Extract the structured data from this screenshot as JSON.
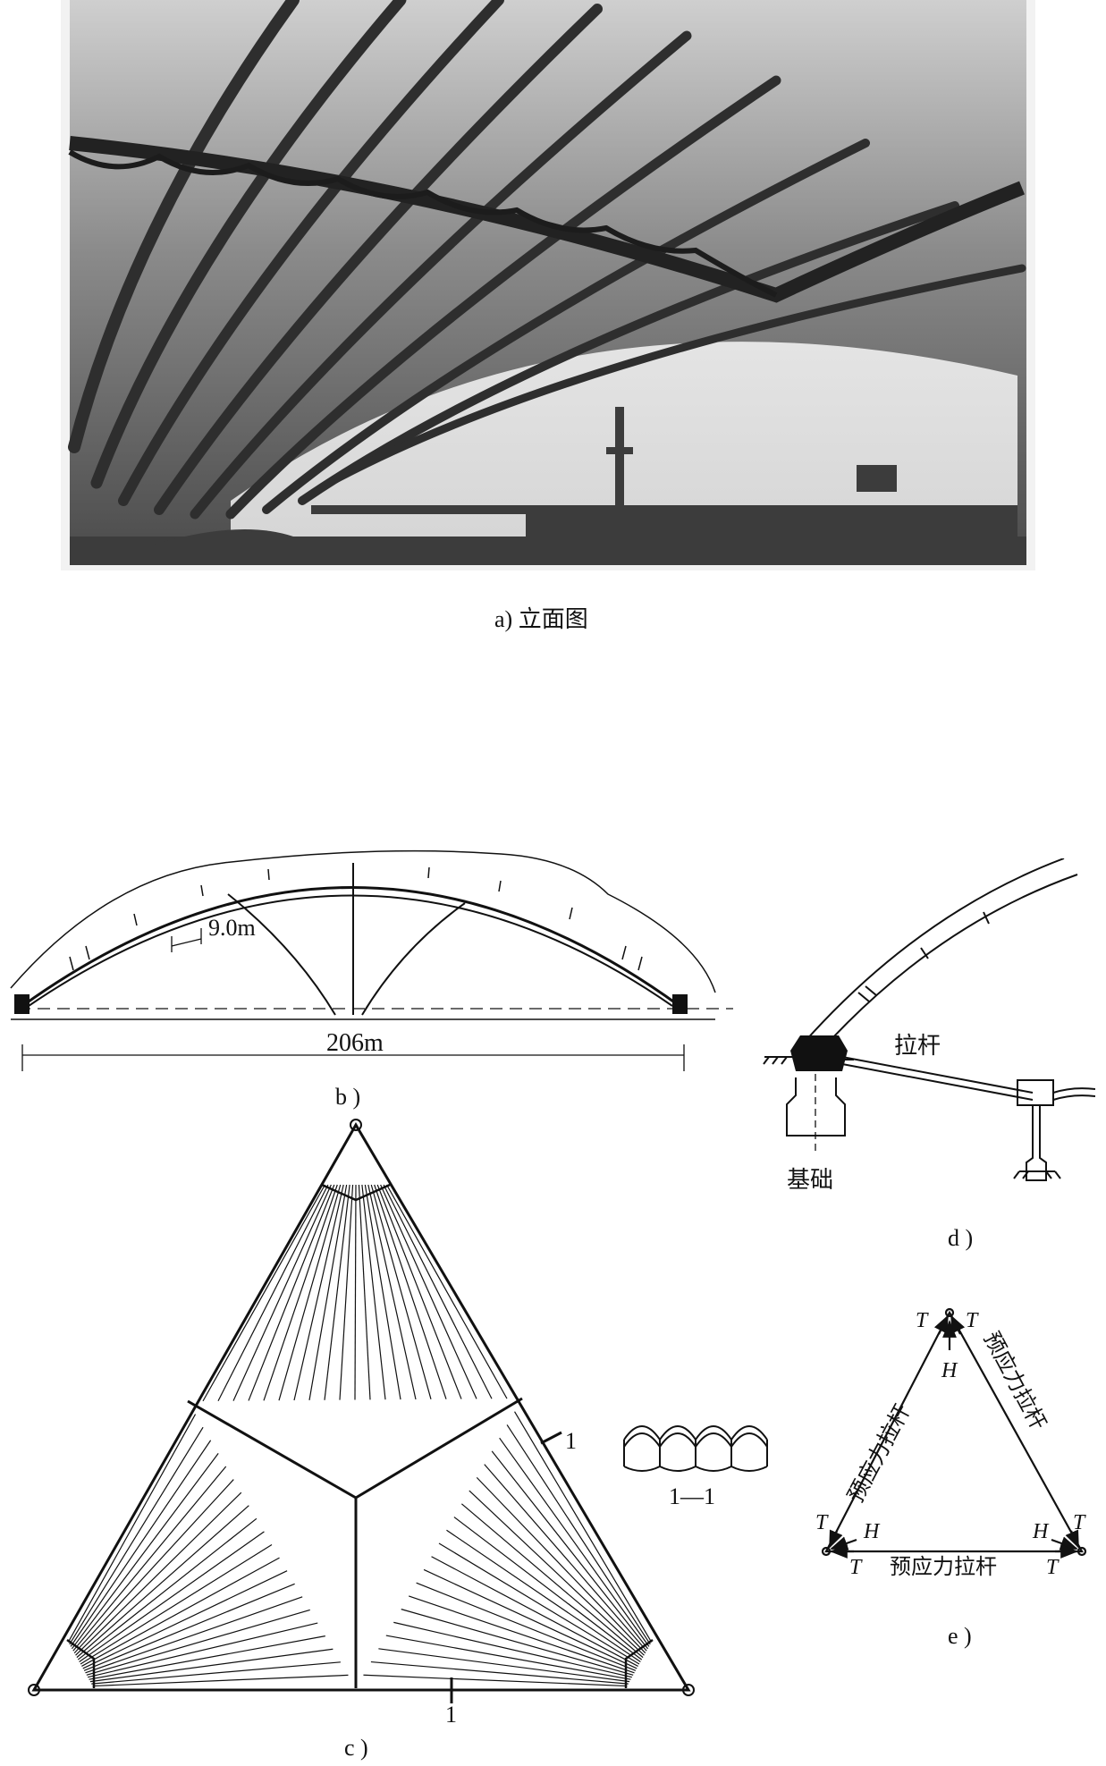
{
  "panel_a": {
    "caption": "a) 立面图"
  },
  "panel_b": {
    "caption": "b )",
    "module_label": "9.0m",
    "span_label": "206m"
  },
  "panel_c": {
    "caption": "c )",
    "section_mark": "1",
    "section_caption": "1—1"
  },
  "panel_d": {
    "caption": "d )",
    "tie_rod_label": "拉杆",
    "foundation_label": "基础"
  },
  "panel_e": {
    "caption": "e )",
    "rod_label": "预应力拉杆",
    "tension_symbol": "T",
    "thrust_symbol": "H"
  },
  "photo": {
    "tones": {
      "vault_dark": "#3a3a3a",
      "vault_mid": "#7a7a7a",
      "sky": "#dedede",
      "frame": "#f2f2f2"
    }
  }
}
